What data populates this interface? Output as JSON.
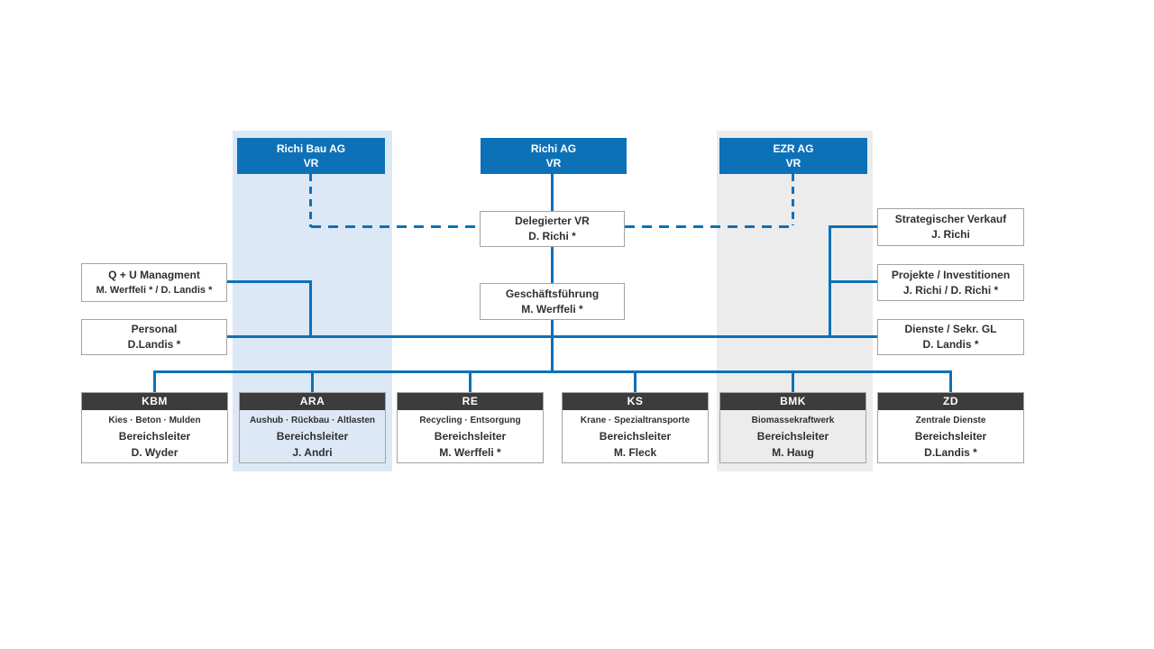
{
  "colors": {
    "accent_blue": "#0d71b8",
    "column_blue": "#dce8f5",
    "column_gray": "#ececec",
    "dept_header_dark": "#3c3c3c",
    "box_border_gray": "#a3a3a3"
  },
  "top_boxes": [
    {
      "name": "Richi Bau AG",
      "sub": "VR"
    },
    {
      "name": "Richi AG",
      "sub": "VR"
    },
    {
      "name": "EZR AG",
      "sub": "VR"
    }
  ],
  "management_boxes": [
    {
      "line1": "Delegierter VR",
      "line2": "D. Richi *"
    },
    {
      "line1": "Geschäftsführung",
      "line2": "M. Werffeli *"
    },
    {
      "line1": "Q + U Managment",
      "line2": "M. Werffeli * / D. Landis *"
    },
    {
      "line1": "Personal",
      "line2": "D.Landis *"
    },
    {
      "line1": "Strategischer Verkauf",
      "line2": "J. Richi"
    },
    {
      "line1": "Projekte / Investitionen",
      "line2": "J. Richi / D. Richi *"
    },
    {
      "line1": "Dienste / Sekr. GL",
      "line2": "D. Landis *"
    }
  ],
  "departments": [
    {
      "code": "KBM",
      "subtitle": "Kies · Beton · Mulden",
      "role": "Bereichsleiter",
      "name": "D. Wyder"
    },
    {
      "code": "ARA",
      "subtitle": "Aushub · Rückbau · Altlasten",
      "role": "Bereichsleiter",
      "name": "J. Andri"
    },
    {
      "code": "RE",
      "subtitle": "Recycling · Entsorgung",
      "role": "Bereichsleiter",
      "name": "M. Werffeli *"
    },
    {
      "code": "KS",
      "subtitle": "Krane · Spezialtransporte",
      "role": "Bereichsleiter",
      "name": "M. Fleck"
    },
    {
      "code": "BMK",
      "subtitle": "Biomassekraftwerk",
      "role": "Bereichsleiter",
      "name": "M. Haug"
    },
    {
      "code": "ZD",
      "subtitle": "Zentrale Dienste",
      "role": "Bereichsleiter",
      "name": "D.Landis *"
    }
  ]
}
